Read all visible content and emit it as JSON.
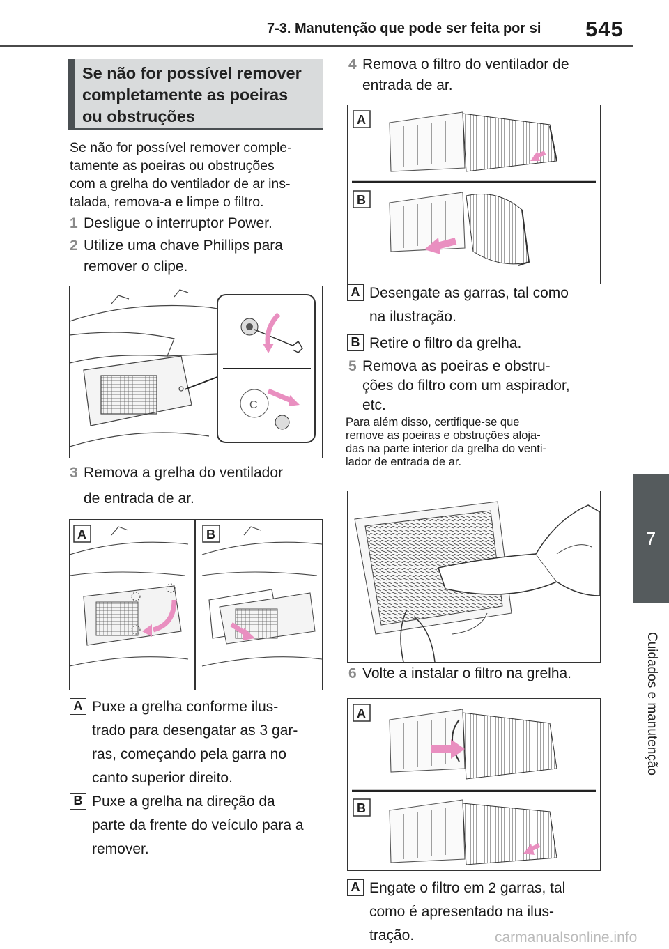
{
  "header": {
    "title": "7-3. Manutenção que pode ser feita por si",
    "page_number": "545"
  },
  "side_tab": {
    "chapter": "7",
    "label": "Cuidados e manutenção"
  },
  "section": {
    "title_lines": [
      "Se não for possível remover",
      "completamente as poeiras",
      "ou obstruções"
    ],
    "intro": [
      "Se não for possível remover comple-",
      "tamente as poeiras ou obstruções",
      "com a grelha do ventilador de ar ins-",
      "talada, remova-a e limpe o filtro."
    ]
  },
  "steps": [
    {
      "num": "1",
      "lines": [
        "Desligue o interruptor Power."
      ]
    },
    {
      "num": "2",
      "lines": [
        "Utilize uma chave Phillips para",
        "remover o clipe."
      ]
    },
    {
      "num": "3",
      "lines": [
        "Remova a grelha do ventilador",
        "de entrada de ar."
      ]
    },
    {
      "num": "4",
      "lines": [
        "Remova o filtro do ventilador de",
        "entrada de ar."
      ]
    },
    {
      "num": "5",
      "lines": [
        "Remova as poeiras e obstru-",
        "ções do filtro com um aspirador,",
        "etc."
      ]
    },
    {
      "num": "6",
      "lines": [
        "Volte a instalar o filtro na grelha."
      ]
    }
  ],
  "step3_notes": [
    {
      "label": "A",
      "lines": [
        "Puxe a grelha conforme ilus-",
        "trado para desengatar as 3 gar-",
        "ras, começando pela garra no",
        "canto superior direito."
      ]
    },
    {
      "label": "B",
      "lines": [
        "Puxe a grelha na direção da",
        "parte da frente do veículo para a",
        "remover."
      ]
    }
  ],
  "step4_notes": [
    {
      "label": "A",
      "lines": [
        "Desengate as garras, tal como",
        "na ilustração."
      ]
    },
    {
      "label": "B",
      "lines": [
        "Retire o filtro da grelha."
      ]
    }
  ],
  "step5_note": [
    "Para além disso, certifique-se que",
    "remove as poeiras e obstruções aloja-",
    "das na parte interior da grelha do venti-",
    "lador de entrada de ar."
  ],
  "step6_notes": [
    {
      "label": "A",
      "lines": [
        "Engate o filtro em 2 garras, tal",
        "como é apresentado na ilus-",
        "tração."
      ]
    }
  ],
  "figure_labels": {
    "a": "A",
    "b": "B"
  },
  "watermark": "carmanualsonline.info",
  "colors": {
    "accent_arrow": "#e98fc0",
    "header_bar": "#4a4a4a",
    "section_bg": "#d9dbdc",
    "side_tab_bg": "#555b5d"
  }
}
